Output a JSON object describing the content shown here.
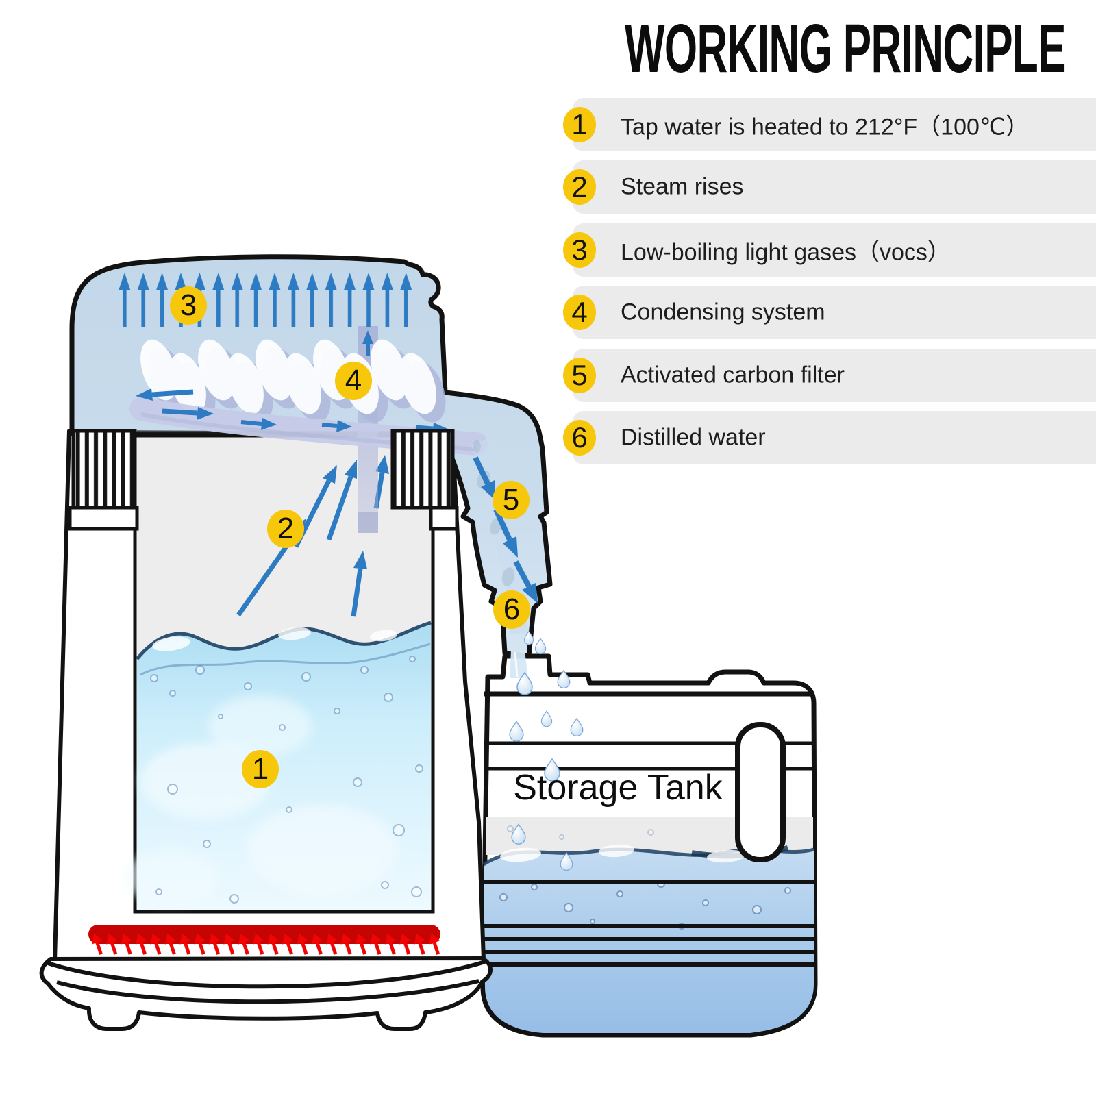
{
  "title": "WORKING PRINCIPLE",
  "steps": [
    {
      "num": "1",
      "label": "Tap water is heated to 212°F（100℃）"
    },
    {
      "num": "2",
      "label": "Steam rises"
    },
    {
      "num": "3",
      "label": "Low-boiling light gases（vocs）"
    },
    {
      "num": "4",
      "label": "Condensing system"
    },
    {
      "num": "5",
      "label": "Activated carbon filter"
    },
    {
      "num": "6",
      "label": "Distilled water"
    }
  ],
  "diagram": {
    "tank_label": "Storage Tank",
    "markers": [
      {
        "num": "1"
      },
      {
        "num": "2"
      },
      {
        "num": "3"
      },
      {
        "num": "4"
      },
      {
        "num": "5"
      },
      {
        "num": "6"
      }
    ]
  },
  "colors": {
    "accent_yellow": "#f6c70b",
    "arrow_blue": "#2d7cc3",
    "heater_red": "#c60404",
    "head_blue": "#c3d8ea",
    "list_item_bg": "#ebebeb",
    "outline_black": "#121212"
  }
}
